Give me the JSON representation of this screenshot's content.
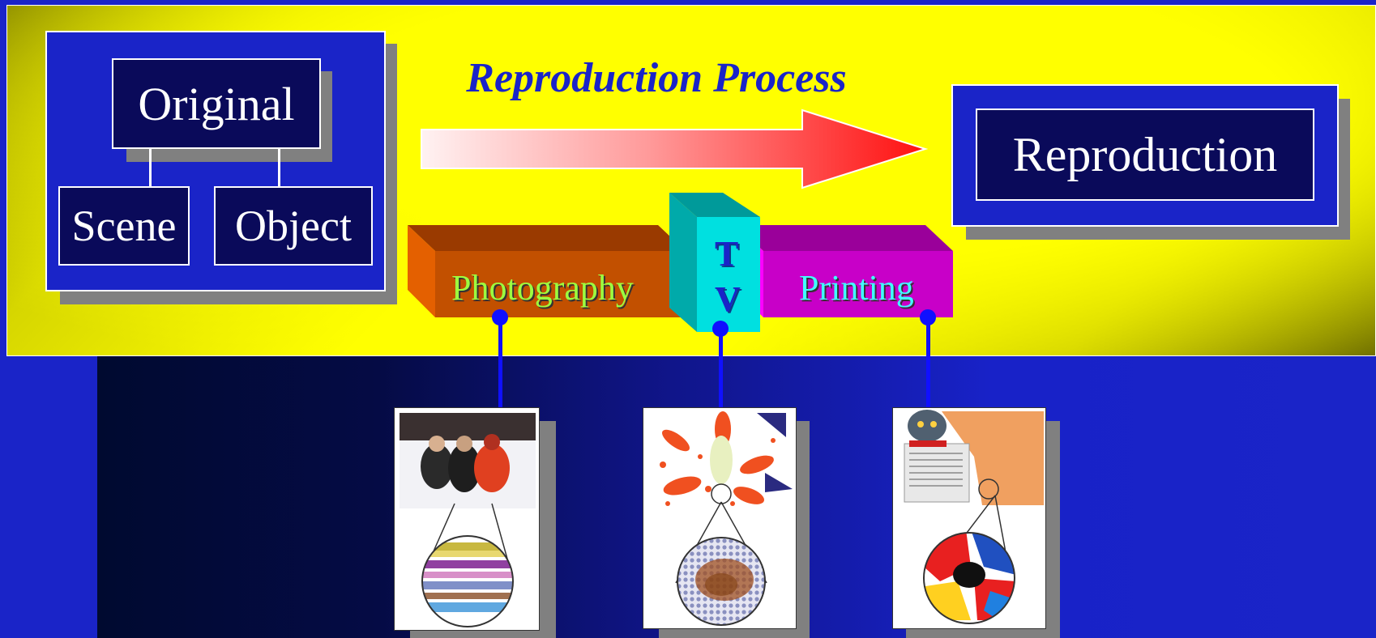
{
  "title": "Reproduction Process",
  "original": {
    "label": "Original",
    "children": [
      "Scene",
      "Object"
    ]
  },
  "reproduction": {
    "label": "Reproduction"
  },
  "media": {
    "photography": "Photography",
    "tv_letter_1": "T",
    "tv_letter_2": "V",
    "printing": "Printing"
  },
  "colors": {
    "panel": "#ffff00",
    "box_blue": "#1a24c8",
    "box_navy": "#0a0a5a",
    "photography": "#c05000",
    "tv": "#00d0d0",
    "printing": "#d000d0",
    "connector": "#1010ff"
  },
  "samples": [
    {
      "medium": "photography",
      "icon": "photo-sample-icon"
    },
    {
      "medium": "tv",
      "icon": "tv-sample-icon"
    },
    {
      "medium": "printing",
      "icon": "print-sample-icon"
    }
  ]
}
